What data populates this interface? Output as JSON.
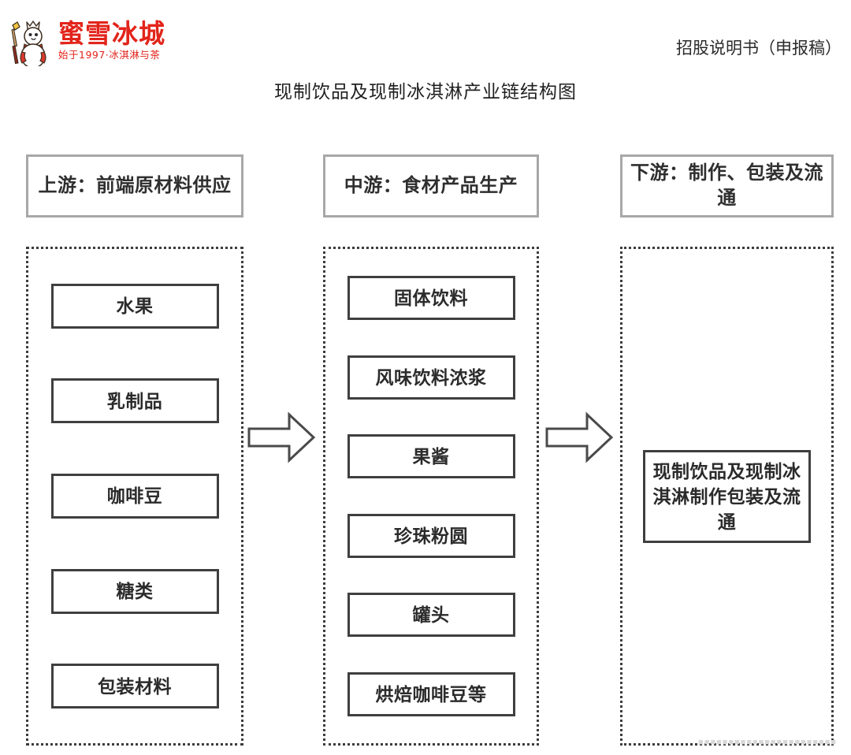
{
  "header": {
    "logo": {
      "name": "蜜雪冰城",
      "tagline": "始于1997·冰淇淋与茶",
      "mascot_icon": "snowman-mascot-icon",
      "brand_color": "#e2241b"
    },
    "document_kind": "招股说明书（申报稿）"
  },
  "figure": {
    "title": "现制饮品及现制冰淇淋产业链结构图",
    "arrow_icon": "right-block-arrow-icon",
    "border_colors": {
      "stage_header": "#a8a8a8",
      "stage_body_dotted": "#3c3c3c",
      "item_box": "#3f3f3f"
    },
    "columns": [
      {
        "key": "upstream",
        "stage_label": "上游：前端原材料供应",
        "items": [
          {
            "label": "水果"
          },
          {
            "label": "乳制品"
          },
          {
            "label": "咖啡豆"
          },
          {
            "label": "糖类"
          },
          {
            "label": "包装材料"
          }
        ]
      },
      {
        "key": "midstream",
        "stage_label": "中游：食材产品生产",
        "items": [
          {
            "label": "固体饮料"
          },
          {
            "label": "风味饮料浓浆"
          },
          {
            "label": "果酱"
          },
          {
            "label": "珍珠粉圆"
          },
          {
            "label": "罐头"
          },
          {
            "label": "烘焙咖啡豆等"
          }
        ]
      },
      {
        "key": "downstream",
        "stage_label": "下游：制作、包装及流通",
        "outcome": "现制饮品及现制冰淇淋制作包装及流通"
      }
    ]
  },
  "watermark": "■■■■■■■■■■■■■■■■■■■■■■■"
}
